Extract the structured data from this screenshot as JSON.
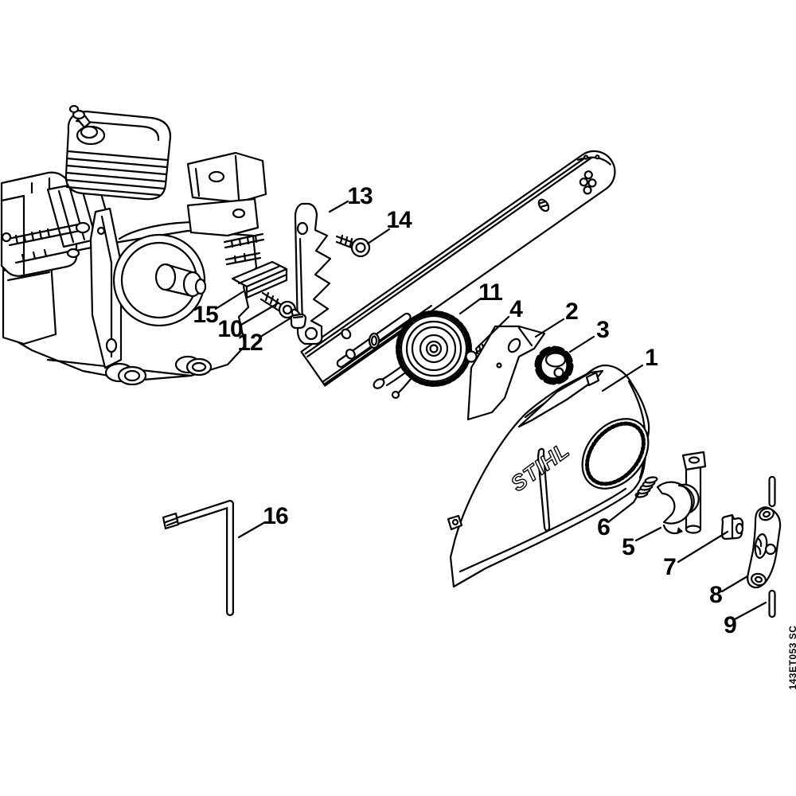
{
  "diagram": {
    "brand": "STIHL",
    "drawing_code": "143ET053 SC",
    "callouts": [
      {
        "label": "1"
      },
      {
        "label": "2"
      },
      {
        "label": "3"
      },
      {
        "label": "4"
      },
      {
        "label": "5"
      },
      {
        "label": "6"
      },
      {
        "label": "7"
      },
      {
        "label": "8"
      },
      {
        "label": "9"
      },
      {
        "label": "10"
      },
      {
        "label": "11"
      },
      {
        "label": "12"
      },
      {
        "label": "13"
      },
      {
        "label": "14"
      },
      {
        "label": "15"
      },
      {
        "label": "16"
      }
    ]
  }
}
